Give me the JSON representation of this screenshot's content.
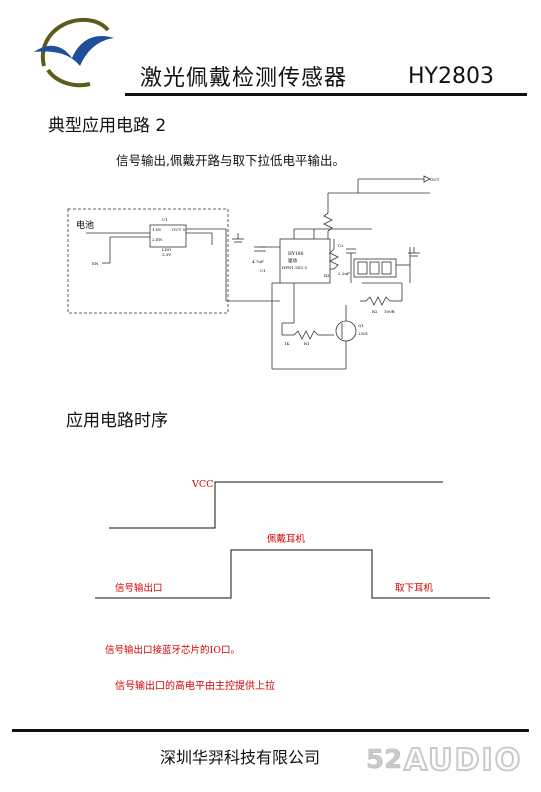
{
  "header": {
    "title": "激光佩戴检测传感器",
    "model": "HY2803"
  },
  "section1": {
    "heading": "典型应用电路 2",
    "caption": "信号输出,佩戴开路与取下拉低电平输出。"
  },
  "circuit": {
    "battery_label": "电池",
    "out_label": "OUT",
    "en_label": "EN",
    "ldo_ref": "U1",
    "ldo_pins": [
      "1.IN",
      "OUT 5",
      "2.EN",
      "LDO",
      "3.3V"
    ],
    "ic_ref": "HY180",
    "ic_name": "驱动",
    "ic_package": "DFN1.5X1.5",
    "r1": "R1",
    "r2": "R2",
    "r3": "R3",
    "r2_value": "100R",
    "c1": "C1",
    "c1_value": "4.7uF",
    "c2": "C2",
    "c2_value": "2.2uF",
    "q1": "Q1",
    "q1_value": "2301",
    "k": "1K"
  },
  "section2": {
    "heading": "应用电路时序"
  },
  "timing": {
    "vcc_label": "VCC",
    "wearing_label": "佩戴耳机",
    "signal_label": "信号输出口",
    "removed_label": "取下耳机",
    "note1": "信号输出口接蓝牙芯片的IO口。"
  },
  "note2": "信号输出口的高电平由主控提供上拉",
  "footer": {
    "company": "深圳华羿科技有限公司",
    "watermark": "AUDIO",
    "watermark_num": "52"
  },
  "colors": {
    "logo_blue": "#1f4f9a",
    "logo_olive": "#5c5a1c",
    "timing_red": "#d40000",
    "watermark_gray": "#c9c9c9"
  }
}
